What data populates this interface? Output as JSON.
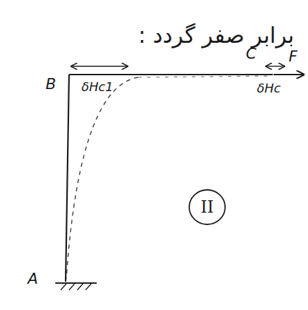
{
  "diagram": {
    "nodes": [
      {
        "text": [
          "II"
        ]
      }
    ],
    "labels": [
      "برابر صفر گردد :",
      "B",
      "C",
      "F",
      "δHc1",
      "δHc",
      "A"
    ]
  }
}
